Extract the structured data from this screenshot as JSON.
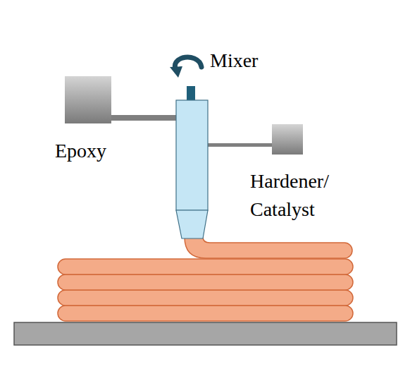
{
  "diagram": {
    "labels": [
      "Mixer",
      "Epoxy",
      "Hardener/ Catalyst"
    ]
  }
}
